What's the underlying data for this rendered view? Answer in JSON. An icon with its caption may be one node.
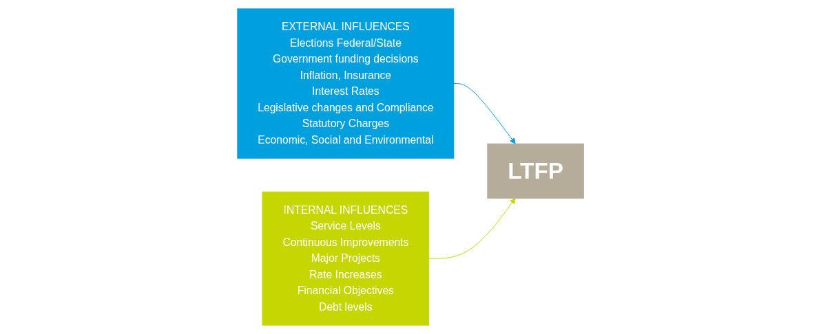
{
  "diagram": {
    "nodes": [
      {
        "text": [
          "EXTERNAL INFLUENCES",
          "Elections Federal/State",
          "Government funding decisions",
          "Inflation, Insurance",
          "Interest Rates",
          "Legislative changes and Compliance",
          "Statutory Charges",
          "Economic, Social and Environmental"
        ]
      },
      {
        "text": [
          "LTFP"
        ]
      },
      {
        "text": [
          "INTERNAL INFLUENCES",
          "Service Levels",
          "Continuous Improvements",
          "Major Projects",
          "Rate Increases",
          "Financial Objectives",
          "Debt levels"
        ]
      }
    ],
    "edges": [
      {
        "from": 0,
        "to": 1,
        "arrow": "to",
        "color": "#00a0df"
      },
      {
        "from": 2,
        "to": 1,
        "arrow": "to",
        "color": "#c5d600"
      }
    ]
  }
}
